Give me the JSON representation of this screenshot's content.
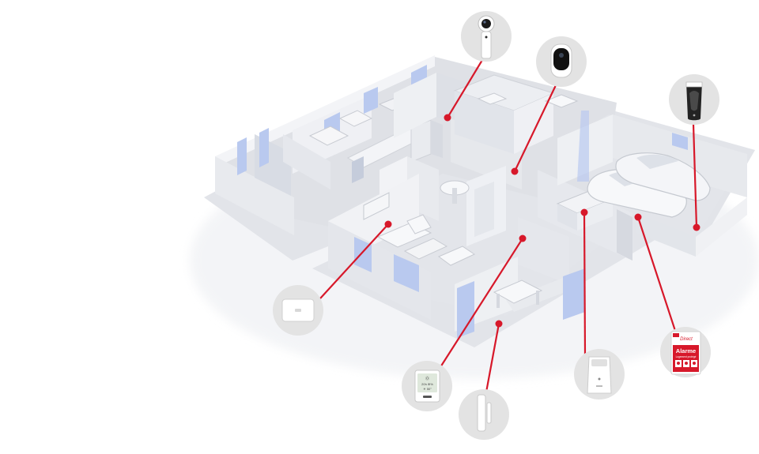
{
  "colors": {
    "accent": "#d7182a",
    "wall": "#eef0f4",
    "wall_side": "#d9dce3",
    "floor": "#e4e6eb",
    "window": "#b9c9ef",
    "badge": "#e3e3e3",
    "base": "#dcdee3"
  },
  "devices": [
    {
      "id": "indoor-camera",
      "icon": "camera-stand-icon"
    },
    {
      "id": "outdoor-camera",
      "icon": "camera-dome-icon"
    },
    {
      "id": "motion-detector",
      "icon": "motion-sensor-icon"
    },
    {
      "id": "siren",
      "icon": "siren-icon"
    },
    {
      "id": "keypad",
      "icon": "keypad-icon"
    },
    {
      "id": "door-sensor",
      "icon": "door-sensor-icon"
    },
    {
      "id": "hub",
      "icon": "hub-icon"
    },
    {
      "id": "alarm-sticker",
      "icon": "sticker-icon"
    }
  ],
  "keypad_screen": {
    "line1": "Ⓞ",
    "line2": "20h  ⊕%",
    "line3": "☀ 50°"
  },
  "sticker": {
    "brand": "Direct",
    "title": "Alarme",
    "subtitle": "Logement protégé"
  }
}
